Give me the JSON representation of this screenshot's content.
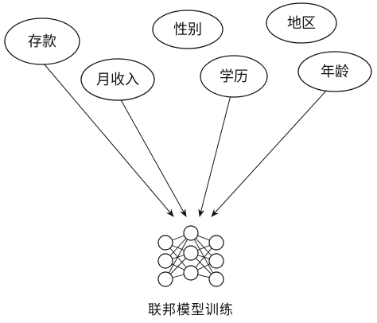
{
  "features": [
    {
      "id": "deposit",
      "label": "存款"
    },
    {
      "id": "gender",
      "label": "性别"
    },
    {
      "id": "region",
      "label": "地区"
    },
    {
      "id": "monthly-income",
      "label": "月收入"
    },
    {
      "id": "education",
      "label": "学历"
    },
    {
      "id": "age",
      "label": "年龄"
    }
  ],
  "model": {
    "caption": "联邦模型训练"
  }
}
